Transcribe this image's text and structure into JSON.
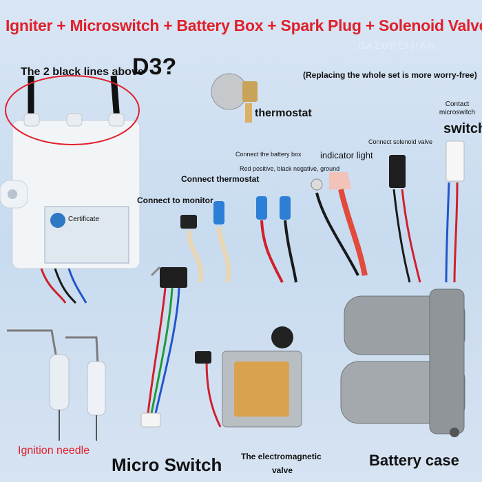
{
  "header": {
    "title": "Igniter + Microswitch + Battery Box + Spark Plug + Solenoid Valve",
    "model": "D3?",
    "watermark": "DAZUPEIJIAN",
    "note": "(Replacing the whole set is more worry-free)"
  },
  "labels": {
    "black_lines": "The 2 black lines above",
    "thermostat": "thermostat",
    "contact_microswitch": "Contact microswitch",
    "switch": "switch",
    "connect_battery": "Connect the battery box",
    "battery_polarity": "Red positive, black negative, ground",
    "indicator_light": "indicator light",
    "connect_solenoid": "Connect solenoid valve",
    "connect_thermostat": "Connect thermostat",
    "connect_monitor": "Connect to monitor",
    "certificate": "Certificate",
    "ignition_needle": "Ignition needle",
    "micro_switch": "Micro Switch",
    "electromagnetic_valve_1": "The electromagnetic",
    "electromagnetic_valve_2": "valve",
    "battery_case": "Battery case"
  },
  "colors": {
    "title_red": "#e0202a",
    "background": "#cfe0f3"
  }
}
